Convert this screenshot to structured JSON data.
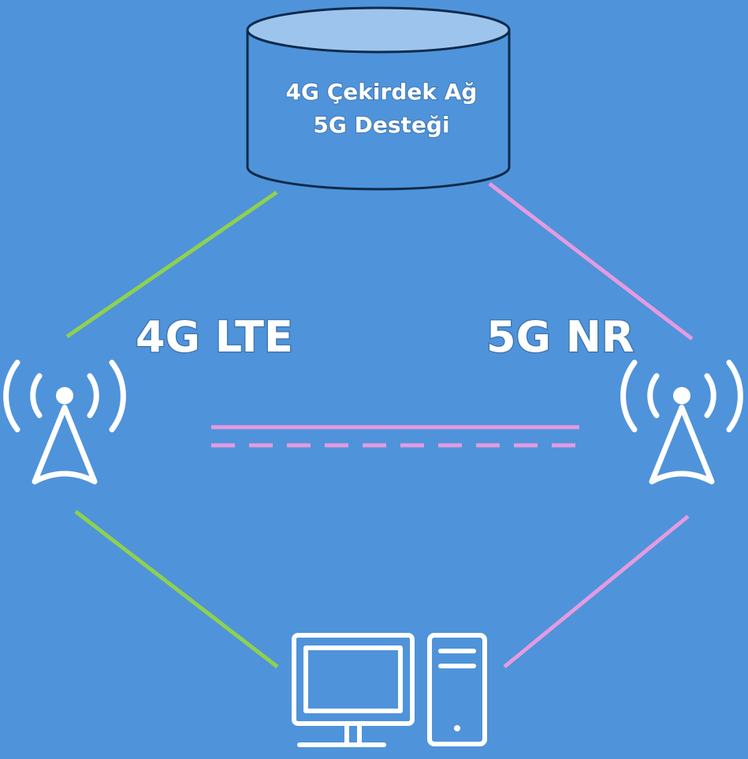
{
  "core_network": {
    "line1": "4G Çekirdek Ağ",
    "line2": "5G Desteği"
  },
  "labels": {
    "lte": "4G LTE",
    "nr": "5G NR"
  },
  "colors": {
    "background": "#4f93da",
    "lte_link": "#8fd14f",
    "nr_link": "#e49be0",
    "outline": "#0d2a4a",
    "cylinder_top": "#9dc4ec",
    "icon": "#ffffff"
  },
  "icons": {
    "lte_tower": "radio-tower-icon",
    "nr_tower": "radio-tower-icon",
    "user": "desktop-computer-icon"
  }
}
